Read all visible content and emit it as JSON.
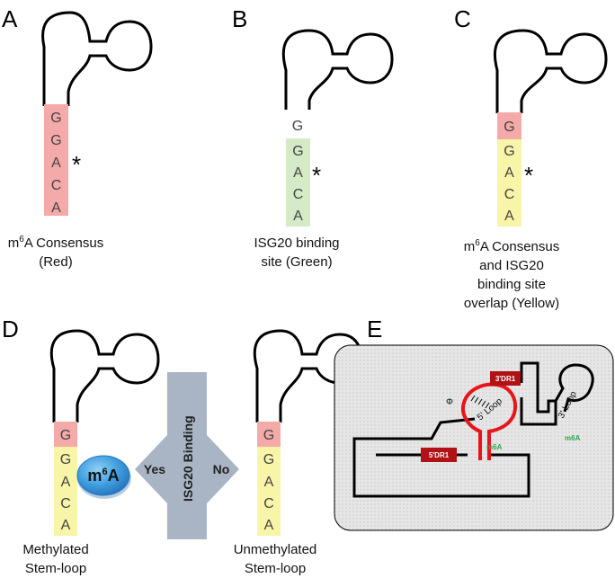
{
  "panels": {
    "A": {
      "letter": "A",
      "bases": [
        "G",
        "G",
        "A",
        "C",
        "A"
      ],
      "star": "*",
      "caption_line1": "m",
      "caption_sup": "6",
      "caption_line1b": "A Consensus",
      "caption_line2": "(Red)"
    },
    "B": {
      "letter": "B",
      "top_base": "G",
      "bases": [
        "G",
        "A",
        "C",
        "A"
      ],
      "star": "*",
      "caption_line1": "ISG20 binding",
      "caption_line2": "site (Green)"
    },
    "C": {
      "letter": "C",
      "bases": [
        "G",
        "G",
        "A",
        "C",
        "A"
      ],
      "star": "*",
      "caption_line1a": "m",
      "caption_sup": "6",
      "caption_line1b": "A Consensus",
      "caption_line2": "and ISG20",
      "caption_line3": "binding site",
      "caption_line4": "overlap (Yellow)"
    },
    "D": {
      "letter": "D",
      "bases": [
        "G",
        "G",
        "A",
        "C",
        "A"
      ],
      "m6a_a": "m",
      "m6a_sup": "6",
      "m6a_b": "A",
      "yes": "Yes",
      "no": "No",
      "binding": "ISG20 Binding",
      "left_caption_line1": "Methylated",
      "left_caption_line2": "Stem-loop",
      "right_caption_line1": "Unmethylated",
      "right_caption_line2": "Stem-loop"
    },
    "E": {
      "letter": "E",
      "dr1_3": "3'DR1",
      "dr1_5": "5'DR1",
      "loop5": "5' Loop",
      "loop3": "3' Loop",
      "m6a_1": "m6A",
      "m6a_2": "m6A",
      "phi": "Φ"
    }
  },
  "colors": {
    "red": "#f4aaa9",
    "green": "#d5ebc7",
    "yellow": "#f8f4a8",
    "arrow_gray": "#a9b4c4",
    "dr1": "#b01216",
    "loop_red": "#e8141b",
    "m6a_green": "#2fa84f",
    "e_bg": "#e0e0e0"
  }
}
